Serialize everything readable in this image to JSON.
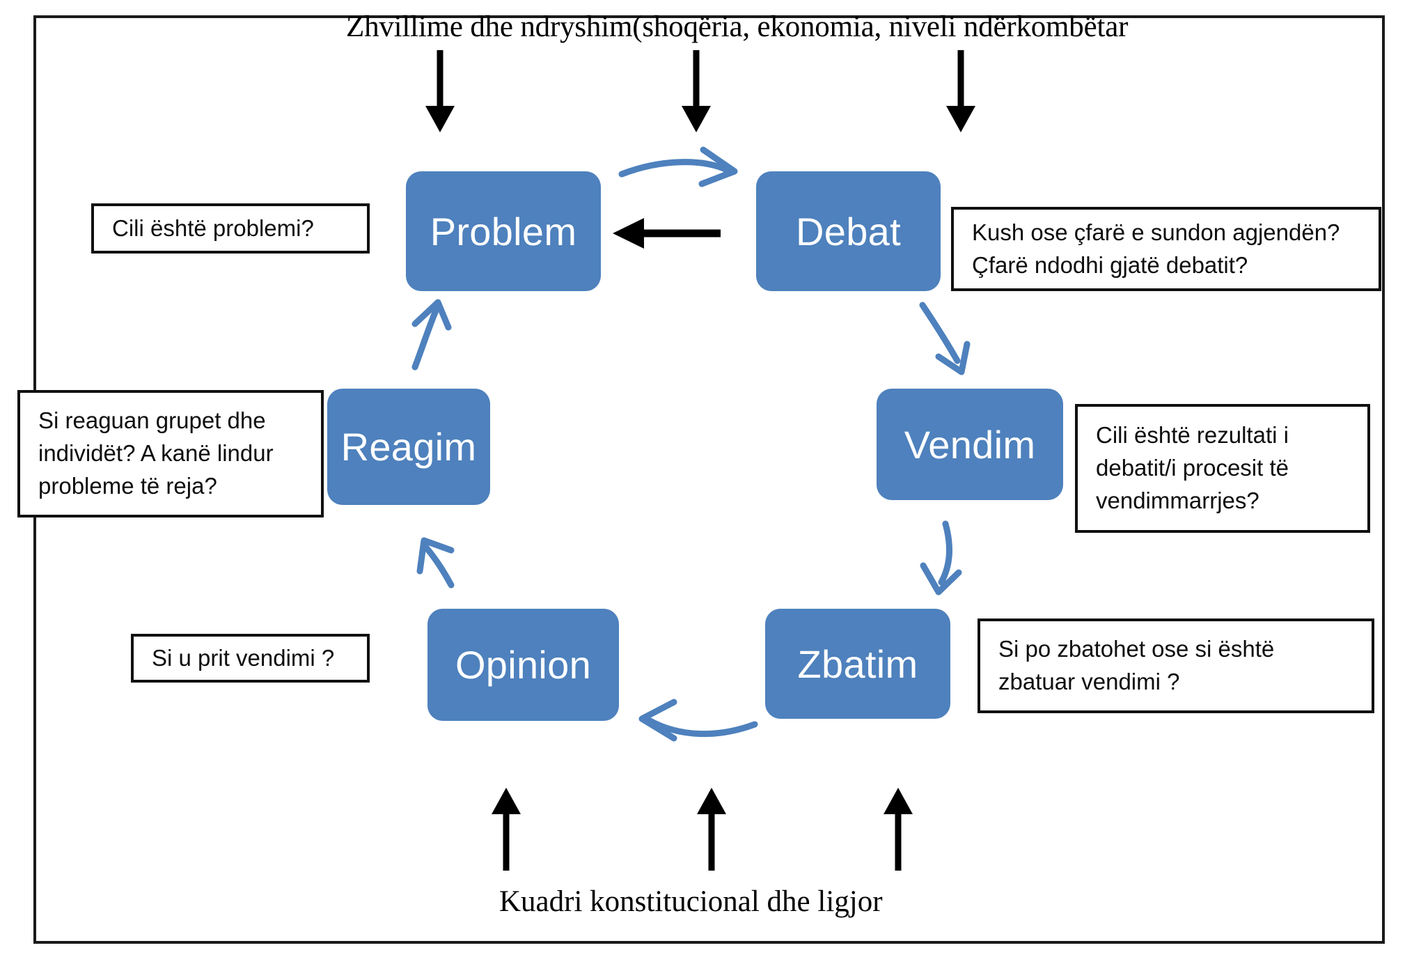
{
  "diagram": {
    "title_top": "Zhvillime dhe ndryshim(shoqëria, ekonomia, niveli ndërkombëtar",
    "title_bottom": "Kuadri konstitucional dhe ligjor",
    "accent_color": "#4E81BD",
    "border_color": "#101010",
    "arrow_blue": "#4E81BD",
    "arrow_black": "#000000",
    "nodes": [
      {
        "id": "problem",
        "label": "Problem"
      },
      {
        "id": "debat",
        "label": "Debat"
      },
      {
        "id": "vendim",
        "label": "Vendim"
      },
      {
        "id": "zbatim",
        "label": "Zbatim"
      },
      {
        "id": "opinion",
        "label": "Opinion"
      },
      {
        "id": "reagim",
        "label": "Reagim"
      }
    ],
    "callouts": {
      "problem": {
        "lines": [
          "Cili është problemi?"
        ]
      },
      "debat": {
        "lines": [
          "Kush ose çfarë e sundon agjendën?",
          "Çfarë ndodhi  gjatë debatit?"
        ]
      },
      "vendim": {
        "lines": [
          "Cili është rezultati  i",
          "debatit/i procesit të",
          "vendimmarrjes?"
        ]
      },
      "zbatim": {
        "lines": [
          "Si po zbatohet ose si është",
          "zbatuar vendimi ?"
        ]
      },
      "opinion": {
        "lines": [
          "Si u prit vendimi ?"
        ]
      },
      "reagim": {
        "lines": [
          "Si reaguan grupet dhe",
          "individët? A kanë lindur",
          "probleme të reja?"
        ]
      }
    },
    "arrows": [
      {
        "id": "top-arrow-1",
        "name": "down-arrow-icon",
        "color": "#000000"
      },
      {
        "id": "top-arrow-2",
        "name": "down-arrow-icon",
        "color": "#000000"
      },
      {
        "id": "top-arrow-3",
        "name": "down-arrow-icon",
        "color": "#000000"
      },
      {
        "id": "problem-to-debat",
        "name": "curved-right-arrow-icon",
        "color": "#4E81BD"
      },
      {
        "id": "debat-to-problem",
        "name": "straight-left-arrow-icon",
        "color": "#000000"
      },
      {
        "id": "debat-to-vendim",
        "name": "curved-down-arrow-icon",
        "color": "#4E81BD"
      },
      {
        "id": "vendim-to-zbatim",
        "name": "curved-down-arrow-icon",
        "color": "#4E81BD"
      },
      {
        "id": "zbatim-to-opinion",
        "name": "curved-left-arrow-icon",
        "color": "#4E81BD"
      },
      {
        "id": "opinion-to-reagim",
        "name": "curved-up-arrow-icon",
        "color": "#4E81BD"
      },
      {
        "id": "reagim-to-problem",
        "name": "curved-up-arrow-icon",
        "color": "#4E81BD"
      },
      {
        "id": "bottom-arrow-1",
        "name": "up-arrow-icon",
        "color": "#000000"
      },
      {
        "id": "bottom-arrow-2",
        "name": "up-arrow-icon",
        "color": "#000000"
      },
      {
        "id": "bottom-arrow-3",
        "name": "up-arrow-icon",
        "color": "#000000"
      }
    ]
  }
}
